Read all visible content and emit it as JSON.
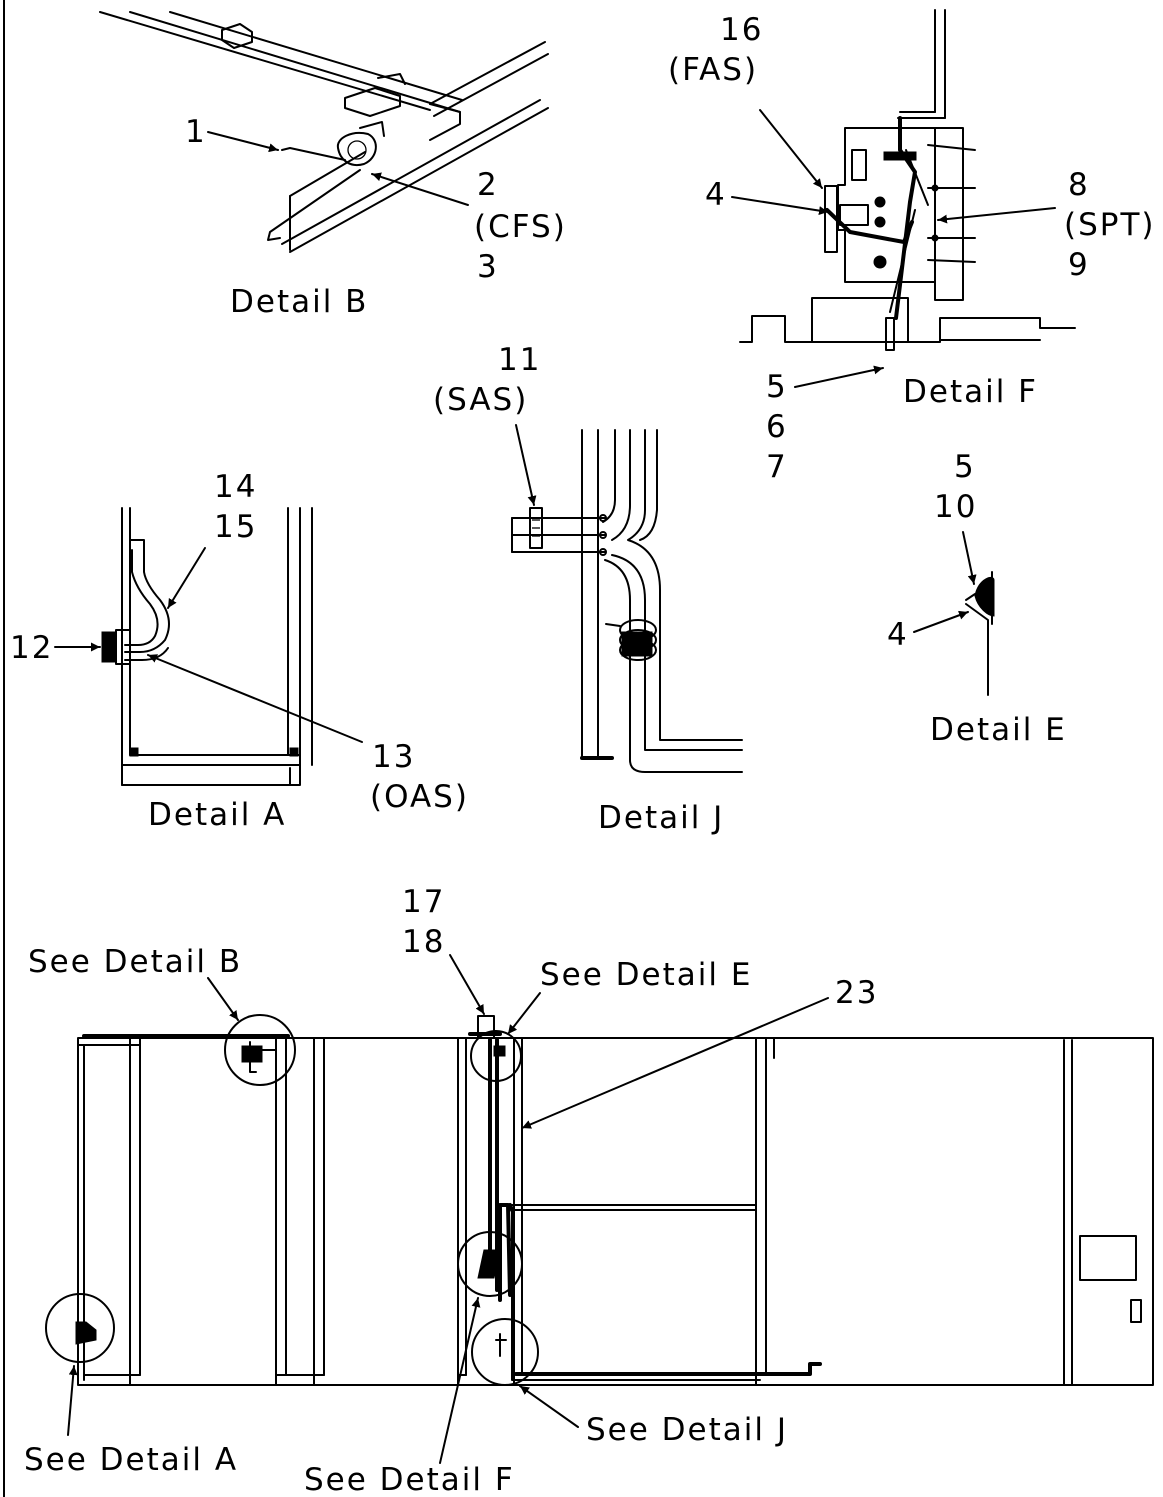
{
  "callouts": {
    "c1": "1",
    "c2": "2",
    "cfs": "(CFS)",
    "c3": "3",
    "c4a": "4",
    "c4b": "4",
    "c5a": "5",
    "c5b": "5",
    "c6": "6",
    "c7": "7",
    "c8": "8",
    "spt": "(SPT)",
    "c9": "9",
    "c10": "10",
    "c11": "11",
    "sas": "(SAS)",
    "c12": "12",
    "c13": "13",
    "oas": "(OAS)",
    "c14": "14",
    "c15": "15",
    "c16": "16",
    "fas": "(FAS)",
    "c17": "17",
    "c18": "18",
    "c23": "23"
  },
  "details": {
    "a": "Detail A",
    "b": "Detail B",
    "e": "Detail E",
    "f": "Detail F",
    "j": "Detail J"
  },
  "see": {
    "a": "See Detail A",
    "b": "See Detail B",
    "e": "See Detail E",
    "f": "See Detail F",
    "j": "See Detail J"
  }
}
